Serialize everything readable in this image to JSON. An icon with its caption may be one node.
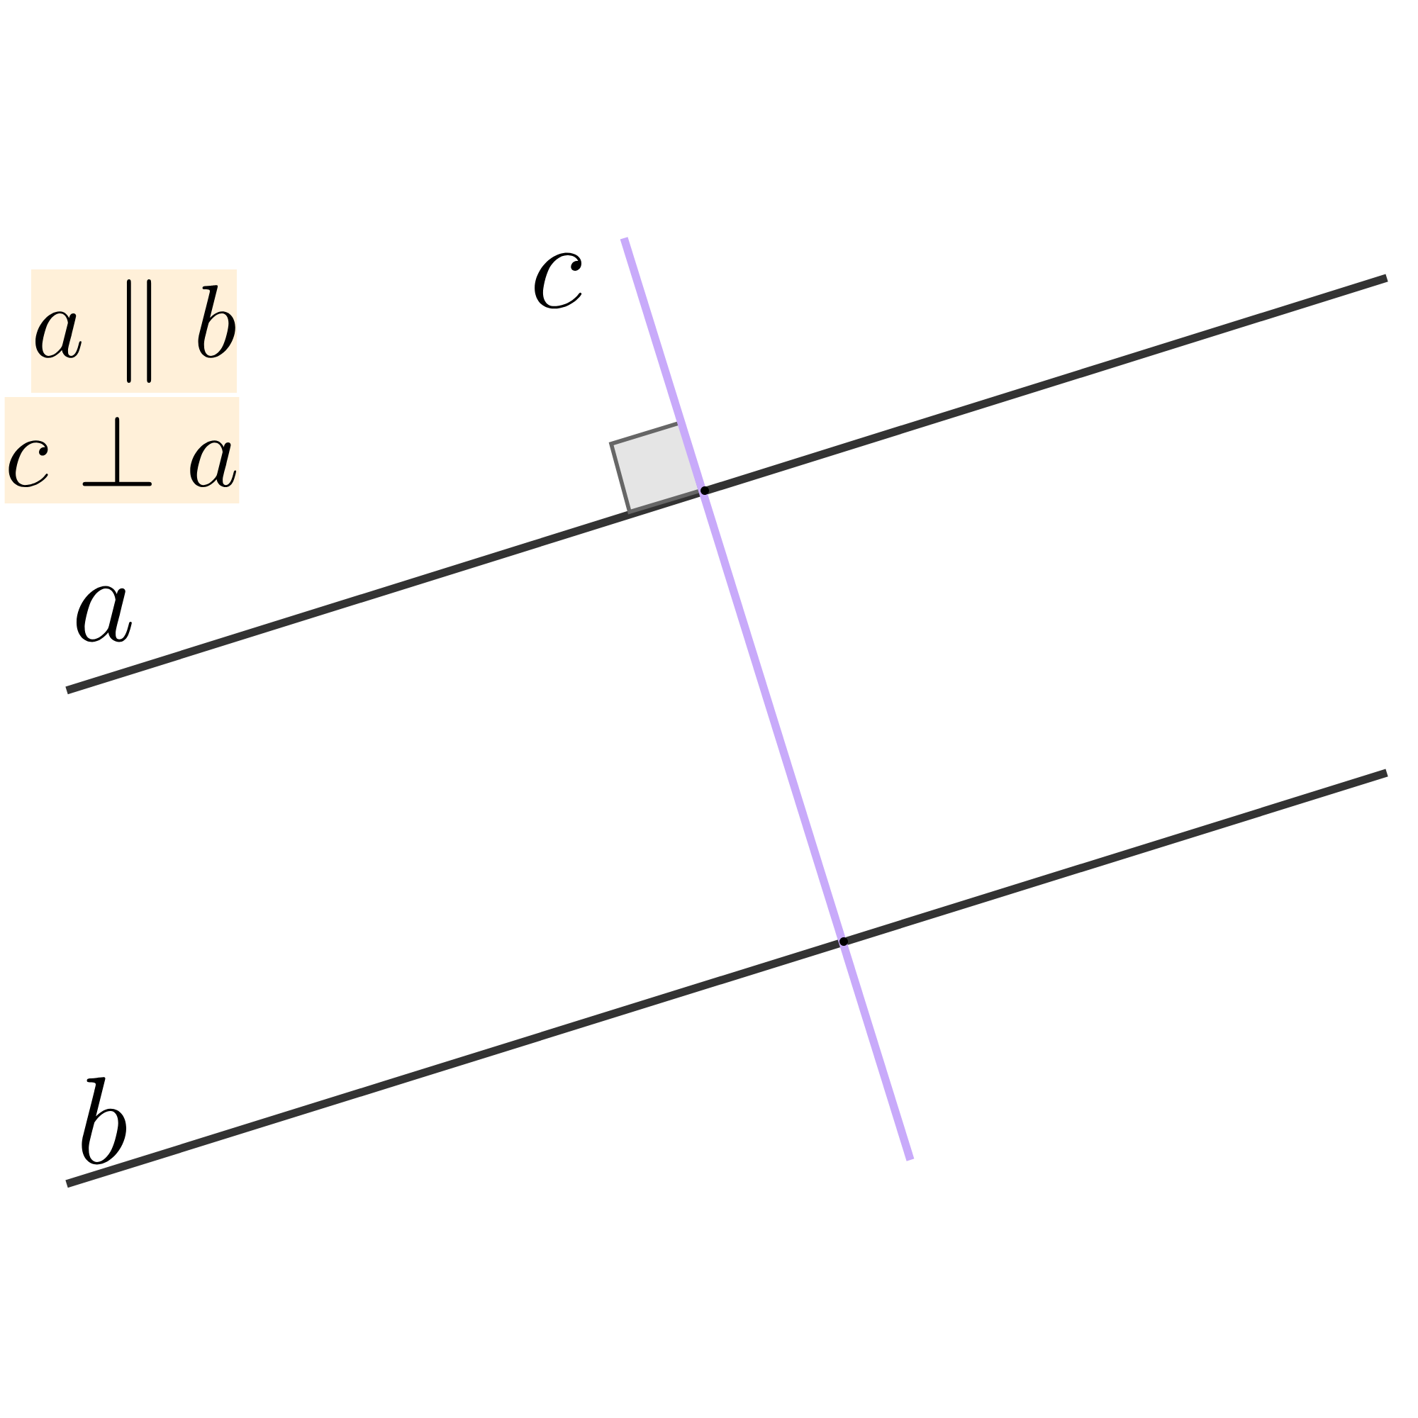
{
  "diagram": {
    "nodes": [
      {
        "text": [
          "a \\parallel b"
        ]
      },
      {
        "text": [
          "c\\perp a"
        ]
      }
    ],
    "labels": [
      "c",
      "a",
      "b"
    ]
  }
}
